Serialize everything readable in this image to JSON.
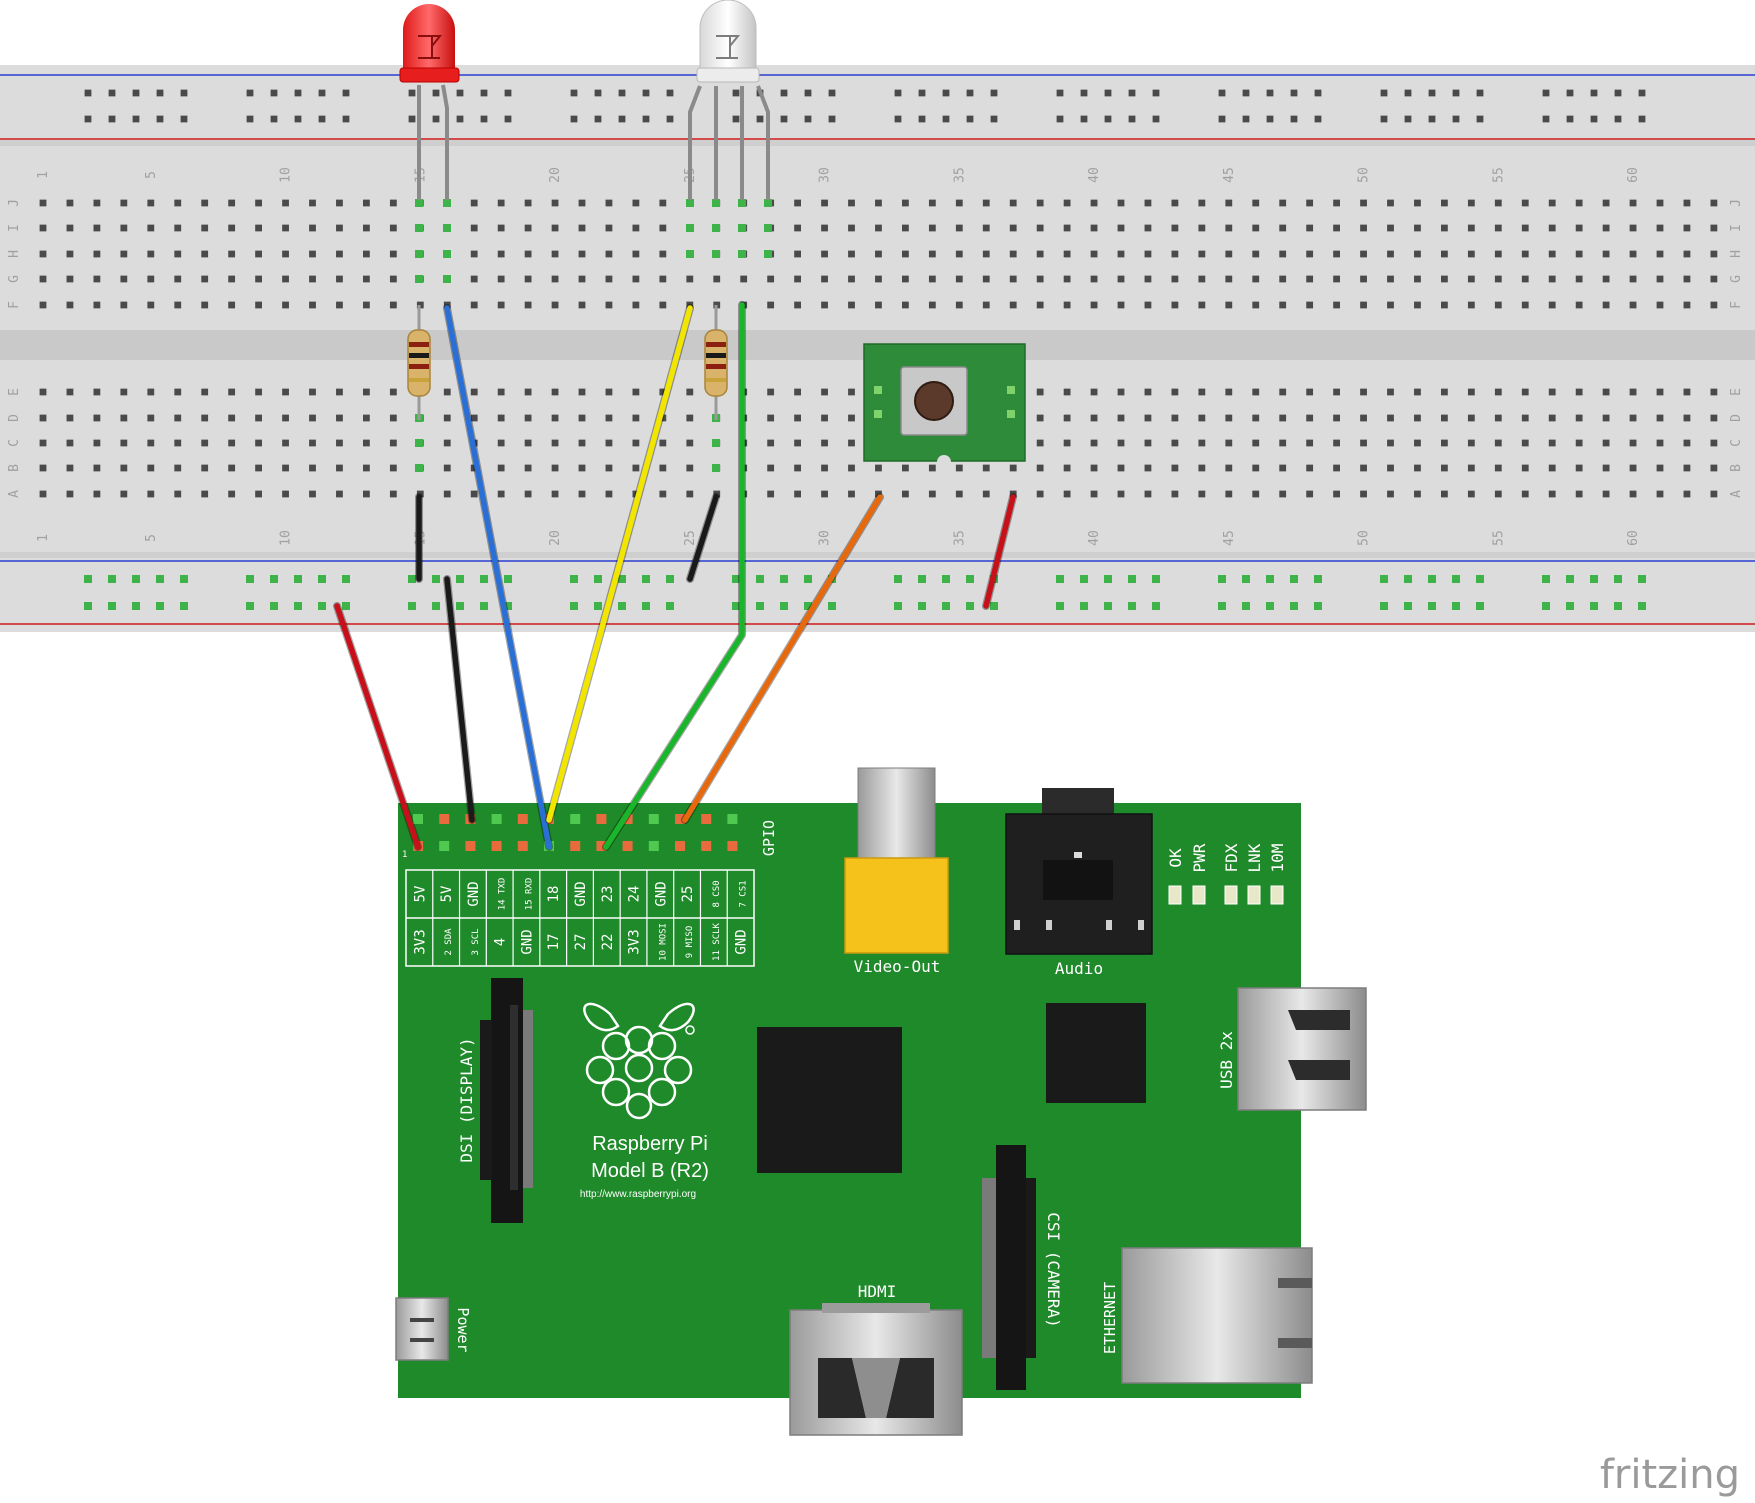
{
  "breadboard": {
    "column_numbers": [
      "1",
      "5",
      "10",
      "15",
      "20",
      "25",
      "30",
      "35",
      "40",
      "45",
      "50",
      "55",
      "60"
    ],
    "top_row_letters": [
      "J",
      "I",
      "H",
      "G",
      "F"
    ],
    "bottom_row_letters": [
      "E",
      "D",
      "C",
      "B",
      "A"
    ]
  },
  "gpio_header": {
    "label": "GPIO",
    "pin1_label": "1",
    "top_labels": [
      "5V",
      "5V",
      "GND",
      "14 TXD",
      "15 RXD",
      "18",
      "GND",
      "23",
      "24",
      "GND",
      "25",
      "8 CS0",
      "7 CS1"
    ],
    "bottom_labels": [
      "3V3",
      "2 SDA",
      "3 SCL",
      "4",
      "GND",
      "17",
      "27",
      "22",
      "3V3",
      "10 MOSI",
      "9 MISO",
      "11 SCLK",
      "GND"
    ]
  },
  "board": {
    "title_line1": "Raspberry Pi",
    "title_line2": "Model B (R2)",
    "url": "http://www.raspberrypi.org",
    "video_out_label": "Video-Out",
    "audio_label": "Audio",
    "usb_label": "USB 2x",
    "dsi_label": "DSI (DISPLAY)",
    "csi_label": "CSI (CAMERA)",
    "hdmi_label": "HDMI",
    "ethernet_label": "ETHERNET",
    "power_label": "Power",
    "leds": [
      "OK",
      "PWR",
      "FDX",
      "LNK",
      "10M"
    ]
  },
  "colors": {
    "pcb": "#1f8a2a",
    "breadboard": "#dcdcdc",
    "wire_red": "#c8101a",
    "wire_black": "#1a1a1a",
    "wire_blue": "#2a6fd6",
    "wire_yellow": "#f2e600",
    "wire_green": "#19b52a",
    "wire_orange": "#e8690c"
  },
  "watermark": "fritzing"
}
